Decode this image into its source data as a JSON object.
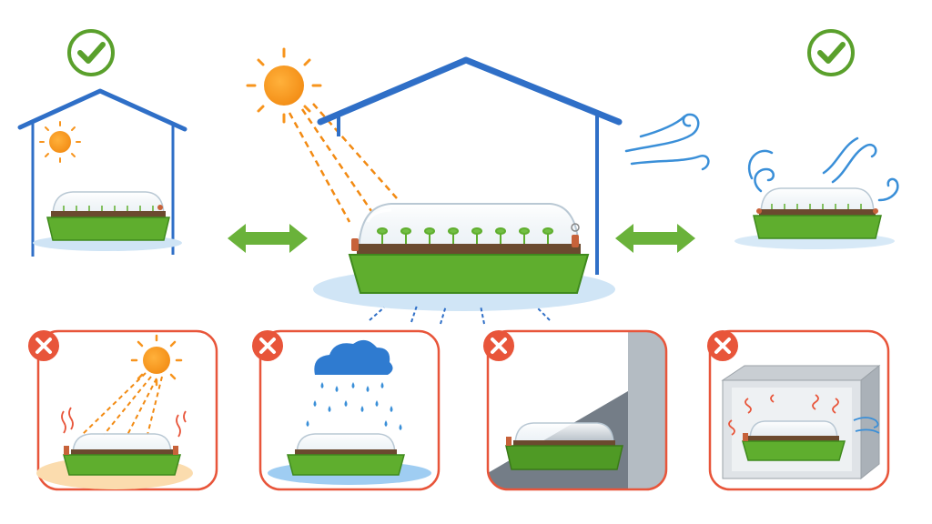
{
  "scene": {
    "good_placements": [
      {
        "id": "partial-shade-under-roof",
        "status": "ok",
        "status_icon": "check-icon"
      },
      {
        "id": "sheltered-with-airflow",
        "status": "ok",
        "status_icon": "check-icon"
      }
    ],
    "recommended": {
      "id": "bright-indirect-light-under-shelter",
      "arrows": "double-headed"
    },
    "bad_placements": [
      {
        "id": "direct-hot-sun",
        "status": "avoid",
        "status_icon": "x-icon"
      },
      {
        "id": "exposed-to-rain",
        "status": "avoid",
        "status_icon": "x-icon"
      },
      {
        "id": "dark-corner",
        "status": "avoid",
        "status_icon": "x-icon"
      },
      {
        "id": "enclosed-box-overheating",
        "status": "avoid",
        "status_icon": "x-icon"
      }
    ]
  },
  "colors": {
    "check": "#5aa02c",
    "cross": "#e8553a",
    "roof": "#2f6fc7",
    "tray": "#5fae2e",
    "soil": "#6b4a2f",
    "sun": "#f7941d",
    "wind": "#3a8fd8",
    "arrow": "#6ab23a",
    "panel_border": "#e8553a"
  }
}
